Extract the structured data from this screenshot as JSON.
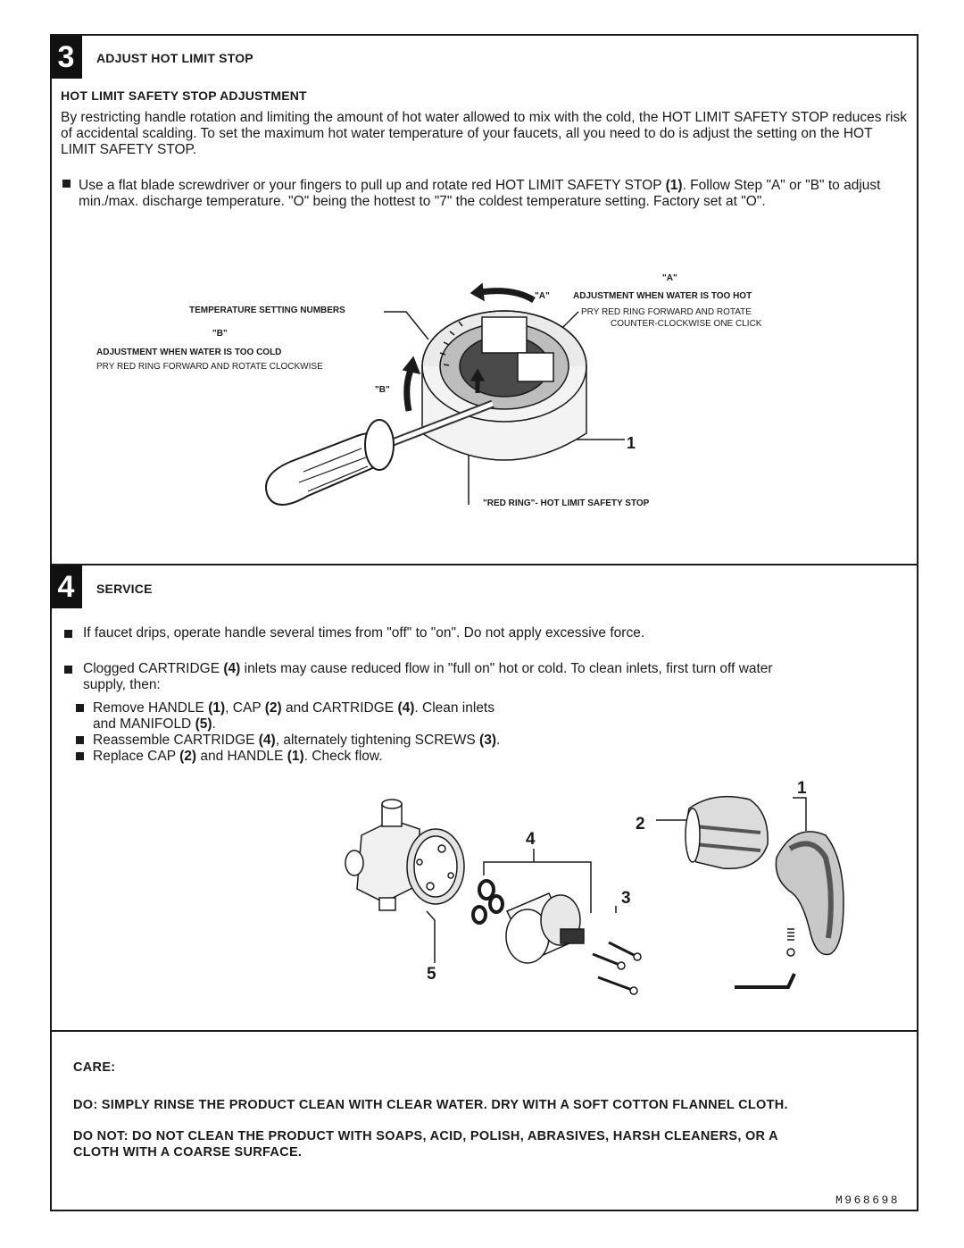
{
  "step3": {
    "number": "3",
    "title": "ADJUST HOT LIMIT STOP",
    "subtitle": "HOT LIMIT SAFETY STOP ADJUSTMENT",
    "intro": "By restricting handle rotation and limiting the amount of hot water allowed to mix with the cold, the HOT LIMIT SAFETY STOP reduces risk of accidental scalding. To set the maximum hot water temperature of your faucets, all you need to do is adjust the setting on the HOT LIMIT SAFETY STOP.",
    "bullet_pre": "Use a flat blade screwdriver or your fingers to pull up and rotate red HOT LIMIT SAFETY STOP ",
    "bullet_ref": "(1)",
    "bullet_post": ". Follow Step \"A\" or \"B\" to adjust min./max. discharge temperature. \"O\" being the hottest to \"7\" the coldest temperature setting.  Factory set at \"O\".",
    "labels": {
      "temp_numbers": "TEMPERATURE SETTING NUMBERS",
      "b_quote": "\"B\"",
      "too_cold_title": "ADJUSTMENT WHEN WATER IS TOO COLD",
      "too_cold_text": "PRY RED RING FORWARD AND ROTATE CLOCKWISE",
      "b_arrow": "\"B\"",
      "a_quote_top": "\"A\"",
      "a_arrow": "\"A\"",
      "too_hot_title": "ADJUSTMENT WHEN WATER IS TOO HOT",
      "too_hot_line1": "PRY RED RING FORWARD AND ROTATE",
      "too_hot_line2": "COUNTER-CLOCKWISE ONE CLICK",
      "callout_1": "1",
      "red_ring": "\"RED RING\"- HOT LIMIT SAFETY STOP"
    }
  },
  "step4": {
    "number": "4",
    "title": "SERVICE",
    "b1": "If faucet drips, operate handle several times from \"off\" to \"on\". Do not apply excessive force.",
    "b2_pre": "Clogged CARTRIDGE ",
    "b2_ref": "(4)",
    "b2_post": " inlets may cause reduced flow in \"full on\" hot or cold. To clean inlets, first turn off water supply, then:",
    "s1": [
      "Remove HANDLE ",
      "(1)",
      ", CAP ",
      "(2)",
      " and CARTRIDGE ",
      "(4)",
      ". Clean inlets"
    ],
    "s1b": [
      "and MANIFOLD ",
      "(5)",
      "."
    ],
    "s2": [
      "Reassemble CARTRIDGE ",
      "(4)",
      ", alternately tightening SCREWS ",
      "(3)",
      "."
    ],
    "s3": [
      "Replace CAP ",
      "(2)",
      " and HANDLE ",
      "(1)",
      ". Check flow."
    ],
    "callouts": {
      "n1": "1",
      "n2": "2",
      "n3": "3",
      "n4": "4",
      "n5": "5"
    }
  },
  "care": {
    "title": "CARE:",
    "do": "DO: SIMPLY RINSE THE PRODUCT CLEAN WITH  CLEAR WATER. DRY WITH A SOFT COTTON FLANNEL CLOTH.",
    "do_not_1": "DO NOT: DO NOT CLEAN THE PRODUCT WITH SOAPS, ACID, POLISH, ABRASIVES, HARSH CLEANERS, OR A",
    "do_not_2": "CLOTH WITH A COARSE SURFACE."
  },
  "doc_code": "M968698"
}
